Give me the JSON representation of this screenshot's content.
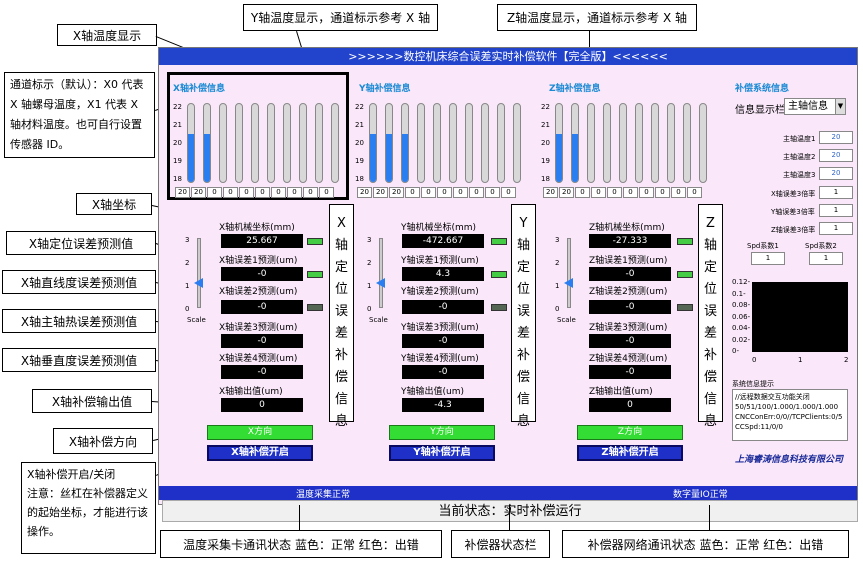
{
  "app": {
    "title": ">>>>>>数控机床综合误差实时补偿软件【完全版】<<<<<<"
  },
  "sections": {
    "x": {
      "title": "X轴补偿信息",
      "coord_label": "X轴机械坐标(mm)",
      "coord": "25.667",
      "e1_label": "X轴误差1预测(um)",
      "e1": "-0",
      "e2_label": "X轴误差2预测(um)",
      "e2": "-0",
      "e3_label": "X轴误差3预测(um)",
      "e3": "-0",
      "e4_label": "X轴误差4预测(um)",
      "e4": "-0",
      "out_label": "X轴输出值(um)",
      "out": "0",
      "dir": "X方向",
      "enable": "X轴补偿开启"
    },
    "y": {
      "title": "Y轴补偿信息",
      "coord_label": "Y轴机械坐标(mm)",
      "coord": "-472.667",
      "e1_label": "Y轴误差1预测(um)",
      "e1": "4.3",
      "e2_label": "Y轴误差2预测(um)",
      "e2": "-0",
      "e3_label": "Y轴误差3预测(um)",
      "e3": "-0",
      "e4_label": "Y轴误差4预测(um)",
      "e4": "-0",
      "out_label": "Y轴输出值(um)",
      "out": "-4.3",
      "dir": "Y方向",
      "enable": "Y轴补偿开启"
    },
    "z": {
      "title": "Z轴补偿信息",
      "coord_label": "Z轴机械坐标(mm)",
      "coord": "-27.333",
      "e1_label": "Z轴误差1预测(um)",
      "e1": "-0",
      "e2_label": "Z轴误差2预测(um)",
      "e2": "-0",
      "e3_label": "Z轴误差3预测(um)",
      "e3": "-0",
      "e4_label": "Z轴误差4预测(um)",
      "e4": "-0",
      "out_label": "Z轴输出值(um)",
      "out": "0",
      "dir": "Z方向",
      "enable": "Z轴补偿开启"
    }
  },
  "temp_axis": [
    "22",
    "21",
    "20",
    "19",
    "18"
  ],
  "temp_values": {
    "x": [
      "20",
      "20",
      "0",
      "0",
      "0",
      "0",
      "0",
      "0",
      "0",
      "0"
    ],
    "y": [
      "20",
      "20",
      "20",
      "0",
      "0",
      "0",
      "0",
      "0",
      "0",
      "0"
    ],
    "z": [
      "20",
      "20",
      "0",
      "0",
      "0",
      "0",
      "0",
      "0",
      "0",
      "0"
    ]
  },
  "temp_levels": {
    "x": [
      20,
      20,
      0,
      0,
      0,
      0,
      0,
      0,
      0,
      0
    ],
    "y": [
      20,
      20,
      20,
      0,
      0,
      0,
      0,
      0,
      0,
      0
    ],
    "z": [
      20,
      20,
      0,
      0,
      0,
      0,
      0,
      0,
      0,
      0
    ]
  },
  "slider_ticks": [
    "3",
    "2",
    "1",
    "0"
  ],
  "slider_scale": "Scale",
  "vertical_labels": {
    "x": "X轴定位误差补偿信息",
    "y": "Y轴定位误差补偿信息",
    "z": "Z轴定位误差补偿信息"
  },
  "sys": {
    "title": "补偿系统信息",
    "display_label": "信息显示栏",
    "display_value": "主轴信息",
    "temp1_label": "主轴温度1",
    "temp1": "20",
    "temp2_label": "主轴温度2",
    "temp2": "20",
    "temp3_label": "主轴温度3",
    "temp3": "20",
    "xcoef_label": "X轴误差3倍率",
    "xcoef": "1",
    "ycoef_label": "Y轴误差3倍率",
    "ycoef": "1",
    "zcoef_label": "Z轴误差3倍率",
    "zcoef": "1",
    "spd1_label": "Spd系数1",
    "spd1": "1",
    "spd2_label": "Spd系数2",
    "spd2": "1",
    "chart_y": [
      "0.12-",
      "0.1-",
      "0.08-",
      "0.06-",
      "0.04-",
      "0.02-",
      "0-"
    ],
    "chart_x": [
      "0",
      "1",
      "2"
    ],
    "log_title": "系统信息提示",
    "log": [
      "//远程数据交互功能关闭",
      "50/51/100/1.000/1.000/1.000",
      "CNCConErr:0/0//TCPClients:0/5",
      "CCSpd:11/0/0"
    ],
    "company": "上海睿涛信息科技有限公司"
  },
  "status": {
    "temp_card": "温度采集正常",
    "io": "数字量IO正常",
    "current": "当前状态：实时补偿运行"
  },
  "callouts": {
    "x_temp": "X轴温度显示",
    "y_temp": "Y轴温度显示，通道标示参考 X 轴",
    "z_temp": "Z轴温度显示，通道标示参考 X 轴",
    "channel": "通道标示（默认）：X0 代表 X 轴螺母温度，X1 代表 X轴材料温度。也可自行设置传感器 ID。",
    "x_coord": "X轴坐标",
    "x_pos": "X轴定位误差预测值",
    "x_str": "X轴直线度误差预测值",
    "x_heat": "X轴主轴热误差预测值",
    "x_perp": "X轴垂直度误差预测值",
    "x_out": "X轴补偿输出值",
    "x_dir": "X轴补偿方向",
    "x_enable": "X轴补偿开启/关闭\n注意：丝杠在补偿器定义的起始坐标，才能进行该操作。",
    "temp_card": "温度采集卡通讯状态 蓝色：正常 红色：出错",
    "comp_status": "补偿器状态栏",
    "net": "补偿器网络通讯状态 蓝色：正常 红色：出错"
  }
}
